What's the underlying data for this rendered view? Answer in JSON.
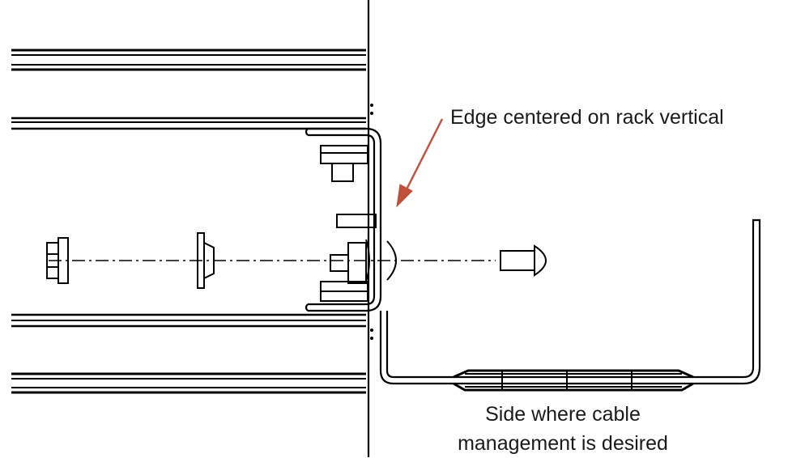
{
  "annotations": {
    "edge_label": "Edge centered on rack vertical",
    "side_label_line1": "Side where cable",
    "side_label_line2": "management is desired"
  },
  "colors": {
    "line": "#000000",
    "arrow": "#c0503a",
    "background": "#ffffff"
  }
}
